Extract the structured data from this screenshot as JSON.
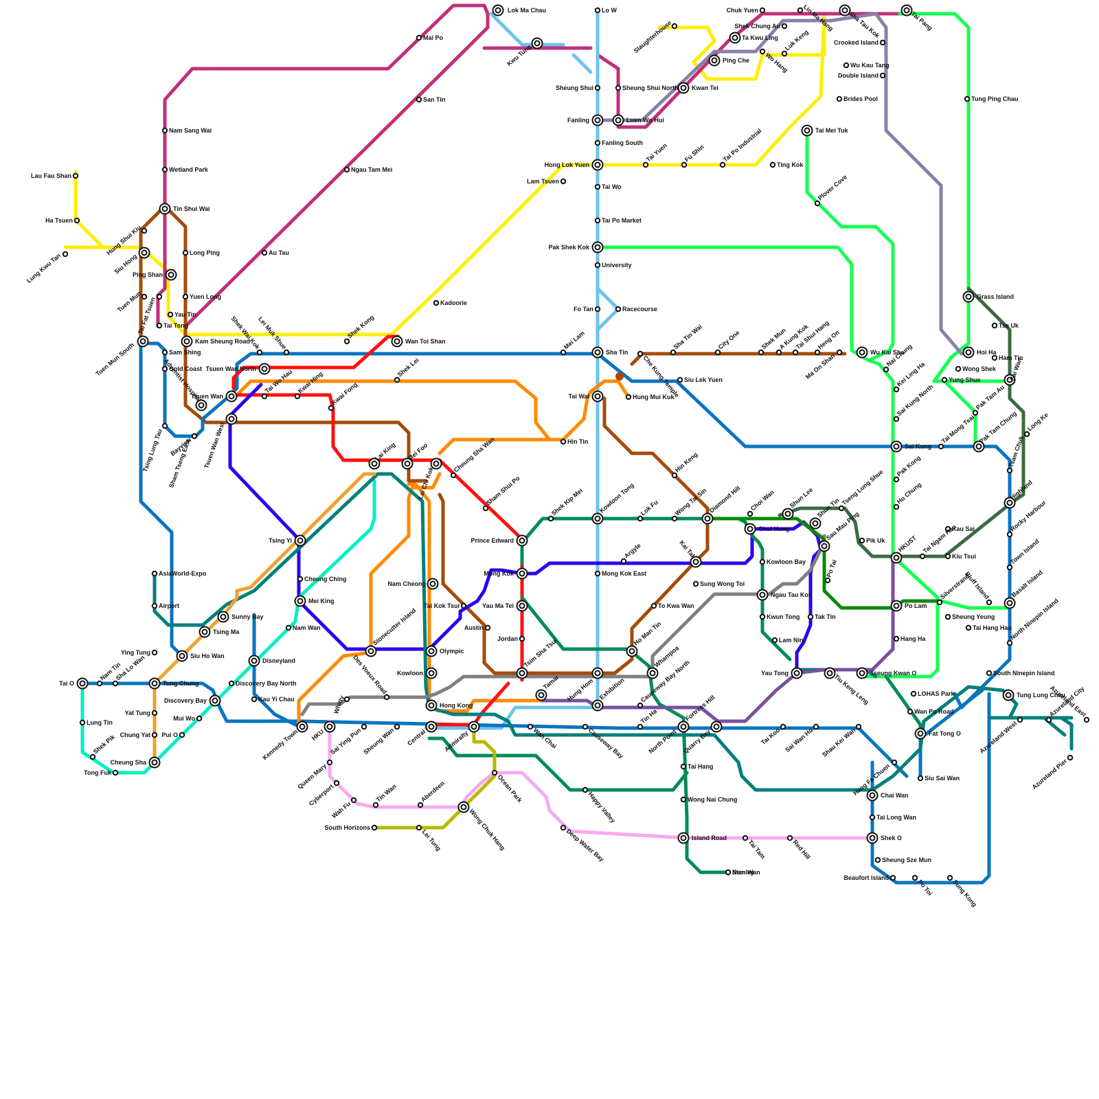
{
  "colors": {
    "yellow": "#ffee00",
    "magenta": "#c0307a",
    "brown": "#a44b0b",
    "sky": "#6ec3ee",
    "green": "#15ff52",
    "grey_purple": "#8a80a8",
    "blue": "#0a74c0",
    "orange": "#ff8a00",
    "red": "#ff1010",
    "violet": "#2c00f0",
    "teal_green": "#008c55",
    "aqua": "#00f0c0",
    "dark_teal": "#00807a",
    "grey": "#808080",
    "purple": "#7a4fa0",
    "pink": "#f8a8f0",
    "olive": "#b8b800",
    "mustard": "#f0a030",
    "dark_green": "#0a8a0a",
    "forest": "#3c6a40"
  },
  "stations": [
    {
      "name": "Lo W"
    },
    {
      "name": "Lok Ma Chau"
    },
    {
      "name": "Chuk Yuen"
    },
    {
      "name": "Lin Ma Hang"
    },
    {
      "name": "Sha Tau Kok"
    },
    {
      "name": "Tai Pang"
    },
    {
      "name": "Mai Po"
    },
    {
      "name": "Shek Chung Au"
    },
    {
      "name": "Ta Kwu Ling"
    },
    {
      "name": "Slaughterhouse"
    },
    {
      "name": "Kwu Tung"
    },
    {
      "name": "Luk Keng"
    },
    {
      "name": "Crooked Island"
    },
    {
      "name": "Wo Hang"
    },
    {
      "name": "Ping Che"
    },
    {
      "name": "Wu Kau Tang"
    },
    {
      "name": "Double Island"
    },
    {
      "name": "Sheung Shui"
    },
    {
      "name": "Sheung Shui North"
    },
    {
      "name": "Kwan Tei"
    },
    {
      "name": "San Tin"
    },
    {
      "name": "Brides Pool"
    },
    {
      "name": "Tung Ping Chau"
    },
    {
      "name": "Fanling"
    },
    {
      "name": "Luen Wo Hui"
    },
    {
      "name": "Nam Sang Wai"
    },
    {
      "name": "Tai Mei Tuk"
    },
    {
      "name": "Fanling South"
    },
    {
      "name": "Tai Yuen"
    },
    {
      "name": "Fu Shin"
    },
    {
      "name": "Tai Po Industrial"
    },
    {
      "name": "Hong Lok Yuen"
    },
    {
      "name": "Ting Kok"
    },
    {
      "name": "Wetland Park"
    },
    {
      "name": "Ngau Tam Mei"
    },
    {
      "name": "Lau Fau Shan"
    },
    {
      "name": "Lam Tsuen"
    },
    {
      "name": "Tai Wo"
    },
    {
      "name": "Plover Cove"
    },
    {
      "name": "Tin Shui Wai"
    },
    {
      "name": "Ha Tsuen"
    },
    {
      "name": "Tai Po Market"
    },
    {
      "name": "Pak Shek Kok"
    },
    {
      "name": "Long Ping"
    },
    {
      "name": "Au Tau"
    },
    {
      "name": "Lung Kwu Tan"
    },
    {
      "name": "Hung Shui Kiu"
    },
    {
      "name": "Siu Hong"
    },
    {
      "name": "University"
    },
    {
      "name": "Ping Shan"
    },
    {
      "name": "Tuen Mun"
    },
    {
      "name": "Tai Fat Tsuen"
    },
    {
      "name": "Yuen Long"
    },
    {
      "name": "Kadoorie"
    },
    {
      "name": "Fo Tan"
    },
    {
      "name": "Racecourse"
    },
    {
      "name": "Grass Island"
    },
    {
      "name": "Yau Tin"
    },
    {
      "name": "Tai Tong"
    },
    {
      "name": "Tse Uk"
    },
    {
      "name": "Tuen Mun South"
    },
    {
      "name": "Kam Sheung Road"
    },
    {
      "name": "Shek Kong"
    },
    {
      "name": "Wan Toi Shan"
    },
    {
      "name": "Shek Wai Kok"
    },
    {
      "name": "Lei Muk Shue"
    },
    {
      "name": "Mei Lam"
    },
    {
      "name": "Sha Tin"
    },
    {
      "name": "Che Kung Temple"
    },
    {
      "name": "Sha Tin Wai"
    },
    {
      "name": "City One"
    },
    {
      "name": "Shek Mun"
    },
    {
      "name": "A Kung Kok"
    },
    {
      "name": "Tai Shui Hang"
    },
    {
      "name": "Heng On"
    },
    {
      "name": "Ma On Shan"
    },
    {
      "name": "Wu Kai Sha"
    },
    {
      "name": "Nai Chung"
    },
    {
      "name": "Hoi Ha"
    },
    {
      "name": "Ham Tin"
    },
    {
      "name": "Sam Shing"
    },
    {
      "name": "Wong Shek"
    },
    {
      "name": "Gold Coast"
    },
    {
      "name": "Tsuen Wan North"
    },
    {
      "name": "Shek Lei"
    },
    {
      "name": "Kei Ling Ha"
    },
    {
      "name": "Yung Shue"
    },
    {
      "name": "Sai Wan"
    },
    {
      "name": "Tai Wo Hau"
    },
    {
      "name": "Kwai Hing"
    },
    {
      "name": "Siu Lek Yuen"
    },
    {
      "name": "Tsuen Wan"
    },
    {
      "name": "Tai Wai"
    },
    {
      "name": "Hung Mui Kuk"
    },
    {
      "name": "Sai Kung North"
    },
    {
      "name": "Pak Tam Au"
    },
    {
      "name": "Adventist Hospital"
    },
    {
      "name": "Kwai Fong"
    },
    {
      "name": "Tsuen Wan West"
    },
    {
      "name": "Tsing Lung Tau"
    },
    {
      "name": "Sham Tseng East"
    },
    {
      "name": "Bayview"
    },
    {
      "name": "Long Ke"
    },
    {
      "name": "Hin Tin"
    },
    {
      "name": "Sai Kung"
    },
    {
      "name": "Tai Mong Tsai"
    },
    {
      "name": "Pak Tam Chung"
    },
    {
      "name": "Tsam Chuk"
    },
    {
      "name": "Lai King"
    },
    {
      "name": "Mei Foo"
    },
    {
      "name": "Lai Chi Kok"
    },
    {
      "name": "Cheung Sha Wan"
    },
    {
      "name": "Hin Keng"
    },
    {
      "name": "Pak Kong"
    },
    {
      "name": "Highland"
    },
    {
      "name": "Sham Shui Po"
    },
    {
      "name": "Ho Chung"
    },
    {
      "name": "Rocky Harbour"
    },
    {
      "name": "Shek Kip Mei"
    },
    {
      "name": "Kowloon Tong"
    },
    {
      "name": "Lok Fu"
    },
    {
      "name": "Wong Tai Sin"
    },
    {
      "name": "Diamond Hill"
    },
    {
      "name": "Choi Wan"
    },
    {
      "name": "Shun Lee"
    },
    {
      "name": "Tseng Lung Shue"
    },
    {
      "name": "Shun Tin"
    },
    {
      "name": "Choi Hung"
    },
    {
      "name": "Sau Mau Ping"
    },
    {
      "name": "Pik Uk"
    },
    {
      "name": "Tai Ngam Hau"
    },
    {
      "name": "Kiu Tsui"
    },
    {
      "name": "Kau Sai"
    },
    {
      "name": "Tsing Yi"
    },
    {
      "name": "Prince Edward"
    },
    {
      "name": "HKUST"
    },
    {
      "name": "Argyle"
    },
    {
      "name": "Kai Tak"
    },
    {
      "name": "Kowloon Bay"
    },
    {
      "name": "Town Island"
    },
    {
      "name": "Mong Kok"
    },
    {
      "name": "Po Tai"
    },
    {
      "name": "Mong Kok East"
    },
    {
      "name": "Cheung Ching"
    },
    {
      "name": "Nam Cheong"
    },
    {
      "name": "AsiaWorld-Expo"
    },
    {
      "name": "Sung Wong Toi"
    },
    {
      "name": "Silverstrand"
    },
    {
      "name": "Bluff Island"
    },
    {
      "name": "Basalt Island"
    },
    {
      "name": "Ngau Tau Kok"
    },
    {
      "name": "Mei King"
    },
    {
      "name": "Airport"
    },
    {
      "name": "Tai Kok Tsui"
    },
    {
      "name": "Yau Ma Tei"
    },
    {
      "name": "To Kwa Wan"
    },
    {
      "name": "Po Lam"
    },
    {
      "name": "Kwun Tong"
    },
    {
      "name": "Tak Tin"
    },
    {
      "name": "Sheung Yeung"
    },
    {
      "name": "Sunny Bay"
    },
    {
      "name": "Tai Hang Hau"
    },
    {
      "name": "North Ninepin Island"
    },
    {
      "name": "Austin"
    },
    {
      "name": "Nam Wan"
    },
    {
      "name": "Ho Man Tin"
    },
    {
      "name": "Tsing Ma"
    },
    {
      "name": "Lam Nin"
    },
    {
      "name": "Hang Ha"
    },
    {
      "name": "Jordan"
    },
    {
      "name": "Stonecutter Island"
    },
    {
      "name": "Olympic"
    },
    {
      "name": "Tsim Sha Tsui"
    },
    {
      "name": "Siu Ho Wan"
    },
    {
      "name": "Ying Tung"
    },
    {
      "name": "Whampoa"
    },
    {
      "name": "Disneyland"
    },
    {
      "name": "Kowloon"
    },
    {
      "name": "Hung Hom"
    },
    {
      "name": "Yau Tong"
    },
    {
      "name": "Tiu Keng Leng"
    },
    {
      "name": "Tseung Kwan O"
    },
    {
      "name": "South Ninepin Island"
    },
    {
      "name": "Tai O"
    },
    {
      "name": "Nam Tin"
    },
    {
      "name": "Sha Lo Wan"
    },
    {
      "name": "Tung Chung"
    },
    {
      "name": "Discovery Bay North"
    },
    {
      "name": "Tamar"
    },
    {
      "name": "Des Voeux Road"
    },
    {
      "name": "LOHAS Park"
    },
    {
      "name": "Tung Lung Chau"
    },
    {
      "name": "Discovery Bay"
    },
    {
      "name": "Kau Yi Chau"
    },
    {
      "name": "Whitty"
    },
    {
      "name": "Causeway Bay North"
    },
    {
      "name": "Exhibition"
    },
    {
      "name": "Azureland City"
    },
    {
      "name": "Azureland East"
    },
    {
      "name": "Fortress Hill"
    },
    {
      "name": "Hong Kong"
    },
    {
      "name": "Tin Ha"
    },
    {
      "name": "Wan Po Road"
    },
    {
      "name": "Yat Tung"
    },
    {
      "name": "Mui Wo"
    },
    {
      "name": "Azureland West"
    },
    {
      "name": "Fat Tong O"
    },
    {
      "name": "Lung Tin"
    },
    {
      "name": "Kennedy Town"
    },
    {
      "name": "HKU"
    },
    {
      "name": "Sai Ying Pun"
    },
    {
      "name": "Sheung Wan"
    },
    {
      "name": "Central"
    },
    {
      "name": "Admiralty"
    },
    {
      "name": "Wan Chai"
    },
    {
      "name": "Causeway Bay"
    },
    {
      "name": "North Point"
    },
    {
      "name": "Quarry Bay"
    },
    {
      "name": "Tai Koo"
    },
    {
      "name": "Sai Wan Ho"
    },
    {
      "name": "Shau Kei Wan"
    },
    {
      "name": "Chung Yat"
    },
    {
      "name": "Pui O"
    },
    {
      "name": "Shek Pik"
    },
    {
      "name": "Azureland Pier"
    },
    {
      "name": "Cheung Sha"
    },
    {
      "name": "Hang Fa Chuen"
    },
    {
      "name": "Tong Fuk"
    },
    {
      "name": "Tai Hang"
    },
    {
      "name": "Queen Mary"
    },
    {
      "name": "Ocean Park"
    },
    {
      "name": "Siu Sai Wan"
    },
    {
      "name": "Happy Valley"
    },
    {
      "name": "Cyberport"
    },
    {
      "name": "Chai Wan"
    },
    {
      "name": "Wong Nai Chung"
    },
    {
      "name": "Wah Fu"
    },
    {
      "name": "Tin Wan"
    },
    {
      "name": "Aberdeen"
    },
    {
      "name": "Wong Chuk Hang"
    },
    {
      "name": "Tai Long Wan"
    },
    {
      "name": "South Horizons"
    },
    {
      "name": "Lei Tung"
    },
    {
      "name": "Deep Water Bay"
    },
    {
      "name": "Island Road"
    },
    {
      "name": "Tai Tam"
    },
    {
      "name": "Red Hill"
    },
    {
      "name": "Shek O"
    },
    {
      "name": "Nam Wan"
    },
    {
      "name": "Stanley"
    },
    {
      "name": "Sheung Sze Mun"
    },
    {
      "name": "Beaufort Island"
    },
    {
      "name": "Po Toi"
    },
    {
      "name": "Sung Kong"
    }
  ]
}
